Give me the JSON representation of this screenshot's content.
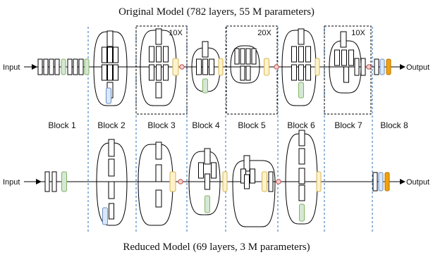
{
  "original_title": "Original Model (782 layers, 55 M parameters)",
  "reduced_title": "Reduced Model (69 layers, 3 M parameters)",
  "input_label": "Input",
  "output_label": "Output",
  "blocks": [
    {
      "label": "Block 1",
      "repeat": ""
    },
    {
      "label": "Block 2",
      "repeat": ""
    },
    {
      "label": "Block 3",
      "repeat": "10X"
    },
    {
      "label": "Block 4",
      "repeat": ""
    },
    {
      "label": "Block 5",
      "repeat": "20X"
    },
    {
      "label": "Block 6",
      "repeat": ""
    },
    {
      "label": "Block 7",
      "repeat": "10X"
    },
    {
      "label": "Block 8",
      "repeat": ""
    }
  ],
  "colors": {
    "layer_fill": "#ffffff",
    "stroke": "#000000",
    "green": "#d5e8d4",
    "green_stroke": "#82b366",
    "yellow": "#fff2cc",
    "yellow_stroke": "#d6b656",
    "blue": "#dae8fc",
    "blue_stroke": "#6c8ebf",
    "orange": "#f0a30a",
    "orange_stroke": "#bd7000",
    "add_fill": "#f8cecc",
    "add_stroke": "#b85450",
    "separator": "#2a6ebb"
  }
}
